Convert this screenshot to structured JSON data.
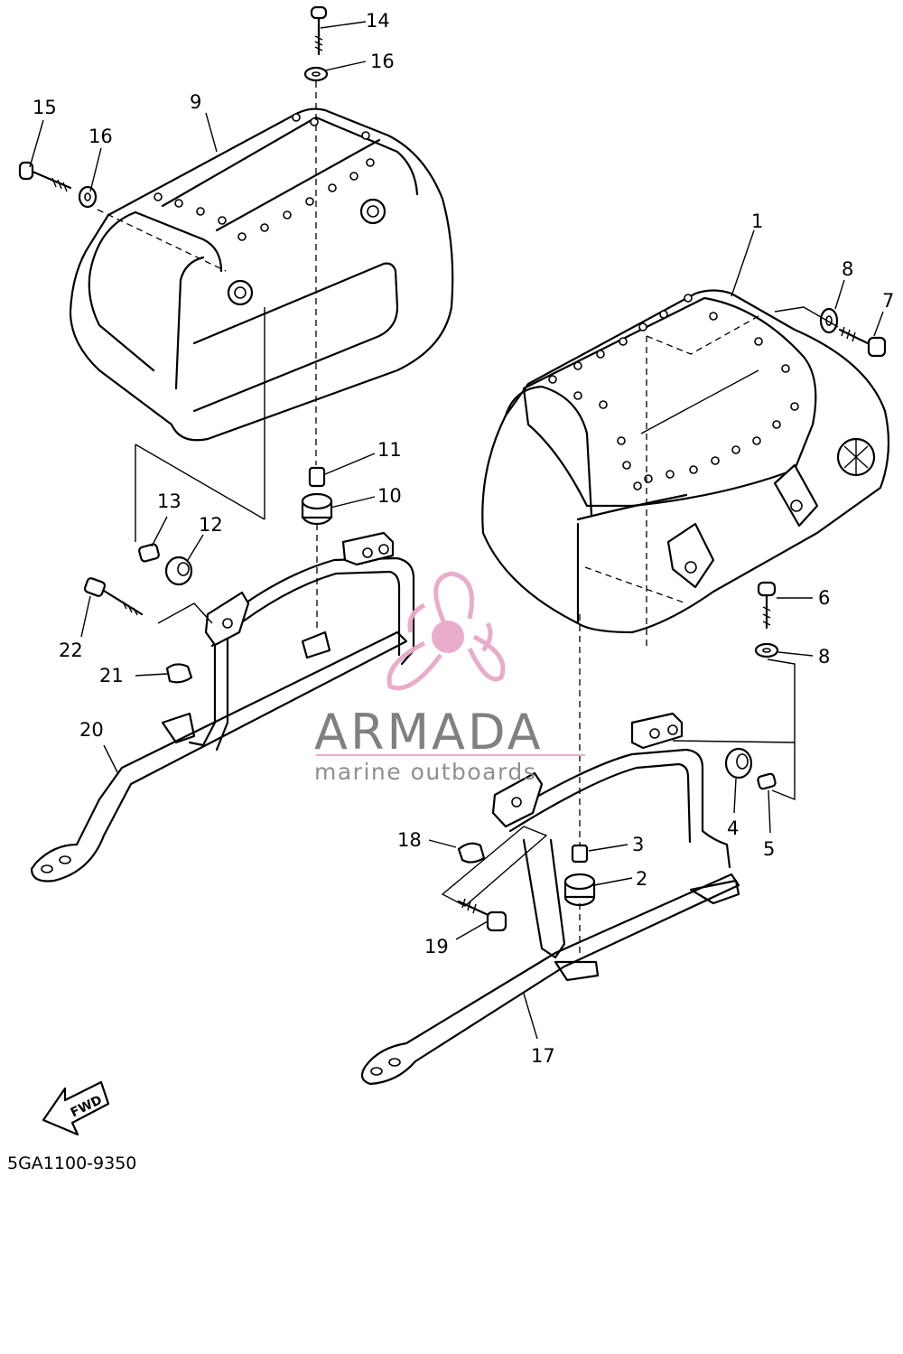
{
  "diagram": {
    "callouts": {
      "c1": "1",
      "c2": "2",
      "c3": "3",
      "c4": "4",
      "c5": "5",
      "c6": "6",
      "c7": "7",
      "c8a": "8",
      "c8b": "8",
      "c9": "9",
      "c10": "10",
      "c11": "11",
      "c12": "12",
      "c13": "13",
      "c14": "14",
      "c15": "15",
      "c16a": "16",
      "c16b": "16",
      "c17": "17",
      "c18": "18",
      "c19": "19",
      "c20": "20",
      "c21": "21",
      "c22": "22"
    },
    "fwd_label": "FWD",
    "diagram_code": "5GA1100-9350"
  },
  "watermark": {
    "brand": "ARMADA",
    "tagline": "marine outboards",
    "logo_color": "#e8a8c8",
    "text_color": "#7a7a7a"
  }
}
